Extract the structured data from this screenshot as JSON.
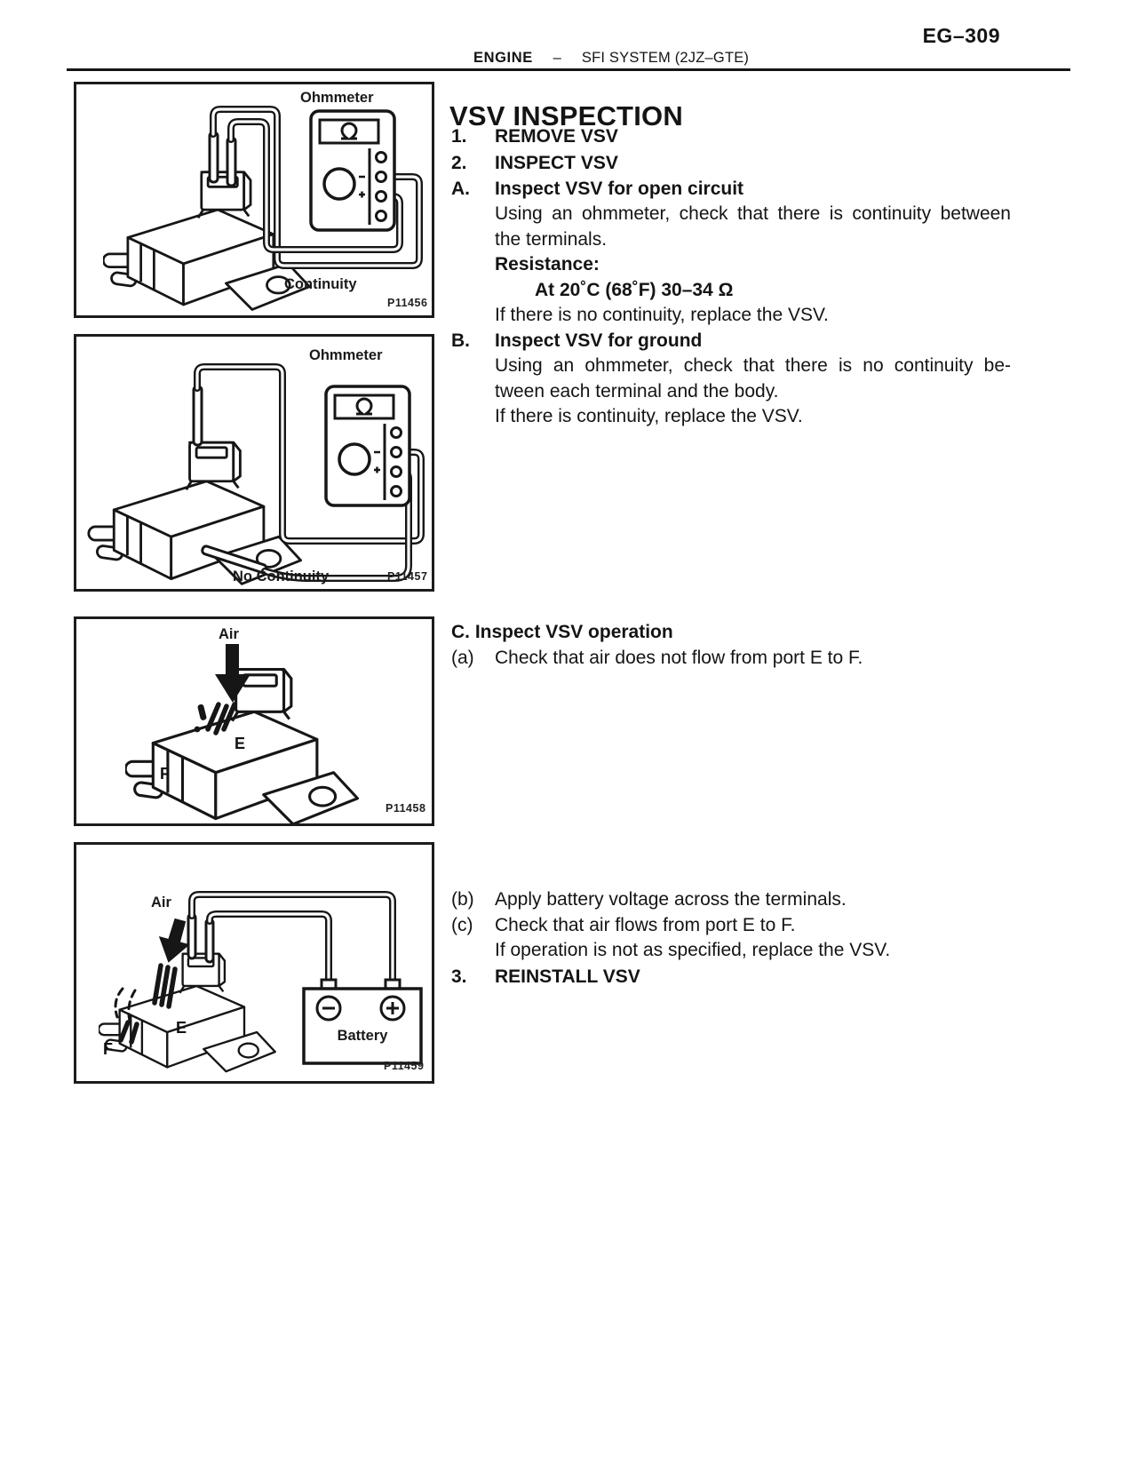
{
  "header": {
    "page_code": "EG–309",
    "section": "ENGINE",
    "dash": "–",
    "subsection": "SFI SYSTEM (2JZ–GTE)"
  },
  "content": {
    "title": "VSV INSPECTION",
    "step1_label": "1.",
    "step1": "REMOVE VSV",
    "step2_label": "2.",
    "step2": "INSPECT VSV",
    "a_label": "A.",
    "a_heading": "Inspect VSV for open circuit",
    "a_line1": "Using an ohmmeter, check that there is continuity between",
    "a_line2": "the terminals.",
    "resistance_heading": "Resistance:",
    "resistance_value": "At 20˚C (68˚F) 30–34 Ω",
    "a_note": "If there is no continuity, replace the VSV.",
    "b_label": "B.",
    "b_heading": "Inspect VSV for ground",
    "b_line1": "Using an ohmmeter, check that there is no continuity be-",
    "b_line2": "tween each terminal and the body.",
    "b_note": "If there is continuity, replace the VSV.",
    "c_heading": "C. Inspect VSV operation",
    "ca_label": "(a)",
    "ca_text": "Check that air does not flow from port E to F.",
    "cb_label": "(b)",
    "cb_text": "Apply battery voltage across the terminals.",
    "cc_label": "(c)",
    "cc_text": "Check that air flows from port E to F.",
    "cc_note": "If operation is not as specified, replace the VSV.",
    "step3_label": "3.",
    "step3": "REINSTALL VSV"
  },
  "figures": [
    {
      "code": "P11456",
      "meter_label": "Ohmmeter",
      "caption": "Continuity"
    },
    {
      "code": "P11457",
      "meter_label": "Ohmmeter",
      "caption": "No Continuity"
    },
    {
      "code": "P11458",
      "air": "Air",
      "port_e": "E",
      "port_f": "F"
    },
    {
      "code": "P11459",
      "air": "Air",
      "port_e": "E",
      "port_f": "F",
      "battery": "Battery"
    }
  ]
}
